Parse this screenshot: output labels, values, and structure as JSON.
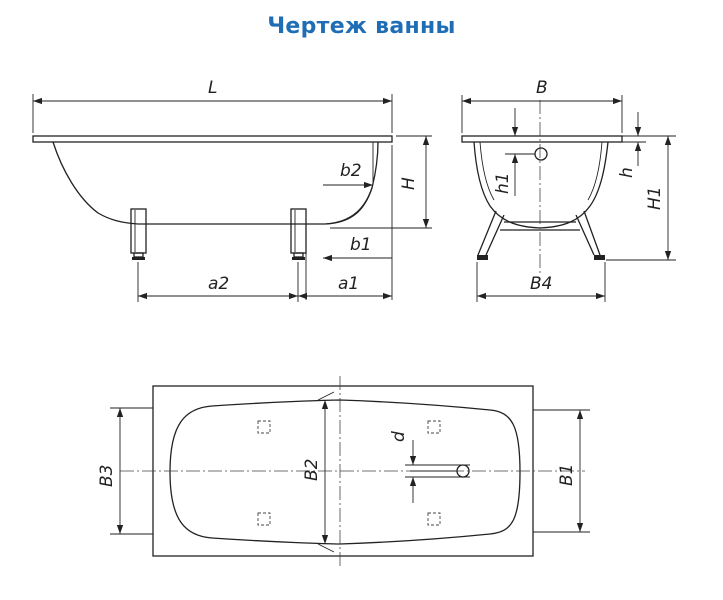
{
  "title": "Чертеж ванны",
  "side_view": {
    "labels": {
      "L": "L",
      "H": "H",
      "b2": "b2",
      "b1": "b1",
      "a2": "a2",
      "a1": "a1"
    }
  },
  "front_view": {
    "labels": {
      "B": "B",
      "h1": "h1",
      "h": "h",
      "H1": "H1",
      "B4": "B4"
    }
  },
  "top_view": {
    "labels": {
      "B3": "B3",
      "B2": "B2",
      "d": "d",
      "B1": "B1"
    }
  }
}
